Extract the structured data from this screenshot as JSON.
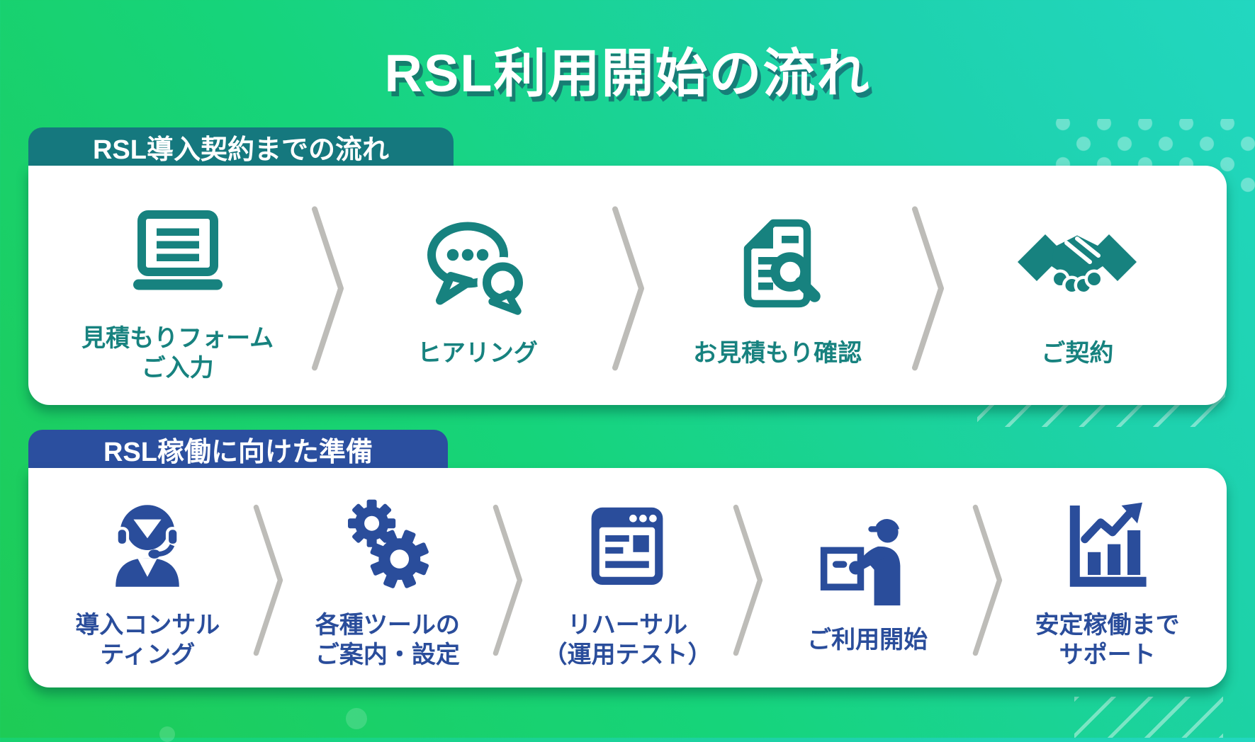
{
  "title": "RSL利用開始の流れ",
  "colors": {
    "background_green": "#1ecb55",
    "background_teal": "#22d7c0",
    "section1_accent": "#17827f",
    "section1_header_bg": "#15787e",
    "section2_accent": "#2a4d9b",
    "section2_header_bg": "#2b4f9f",
    "chevron_gray": "#bdbcb8",
    "card_bg": "#ffffff",
    "title_text": "#ffffff"
  },
  "sections": [
    {
      "header": "RSL導入契約までの流れ",
      "steps": [
        {
          "icon": "laptop-form-icon",
          "label": "見積もりフォーム\nご入力"
        },
        {
          "icon": "chat-bubbles-icon",
          "label": "ヒアリング"
        },
        {
          "icon": "document-search-icon",
          "label": "お見積もり確認"
        },
        {
          "icon": "handshake-icon",
          "label": "ご契約"
        }
      ]
    },
    {
      "header": "RSL稼働に向けた準備",
      "steps": [
        {
          "icon": "support-agent-icon",
          "label": "導入コンサル\nティング"
        },
        {
          "icon": "gears-icon",
          "label": "各種ツールの\nご案内・設定"
        },
        {
          "icon": "browser-window-icon",
          "label": "リハーサル\n（運用テスト）"
        },
        {
          "icon": "delivery-start-icon",
          "label": "ご利用開始"
        },
        {
          "icon": "growth-chart-icon",
          "label": "安定稼働まで\nサポート"
        }
      ]
    }
  ]
}
